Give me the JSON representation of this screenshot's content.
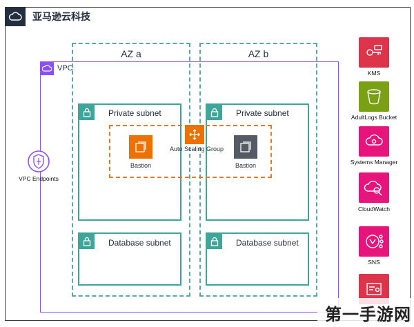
{
  "cloud": {
    "title": "亚马逊云科技"
  },
  "vpc": {
    "label": "VPC"
  },
  "azs": [
    {
      "label": "AZ a"
    },
    {
      "label": "AZ b"
    }
  ],
  "subnets": {
    "private_a": "Private subnet",
    "private_b": "Private subnet",
    "database_a": "Database subnet",
    "database_b": "Database subnet"
  },
  "autoscaling": {
    "label": "Auto Scaling Group"
  },
  "instances": [
    {
      "label": "Bastion"
    },
    {
      "label": "Bastion"
    }
  ],
  "vpc_endpoints": {
    "label": "VPC Endpoints"
  },
  "services": [
    {
      "label": "KMS",
      "color": "#dd344c",
      "icon": "kms-icon"
    },
    {
      "label": "AdultLogs Bucket",
      "color": "#7aa116",
      "icon": "s3-bucket-icon"
    },
    {
      "label": "Systems Manager",
      "color": "#e7157b",
      "icon": "systems-manager-icon"
    },
    {
      "label": "CloudWatch",
      "color": "#e7157b",
      "icon": "cloudwatch-icon"
    },
    {
      "label": "SNS",
      "color": "#e7157b",
      "icon": "sns-icon"
    },
    {
      "label": "",
      "color": "#dd344c",
      "icon": "certificate-icon"
    }
  ],
  "watermark": {
    "text": "第一手游网"
  },
  "colors": {
    "vpc": "#8c4fff",
    "subnet": "#3ea59a",
    "az_border": "#5aa9a3",
    "asg_border": "#e07b2a",
    "asg_icon": "#ed7100",
    "instance_a": "#ed7100",
    "instance_b": "#545b64",
    "cloud_header": "#232f3e"
  }
}
